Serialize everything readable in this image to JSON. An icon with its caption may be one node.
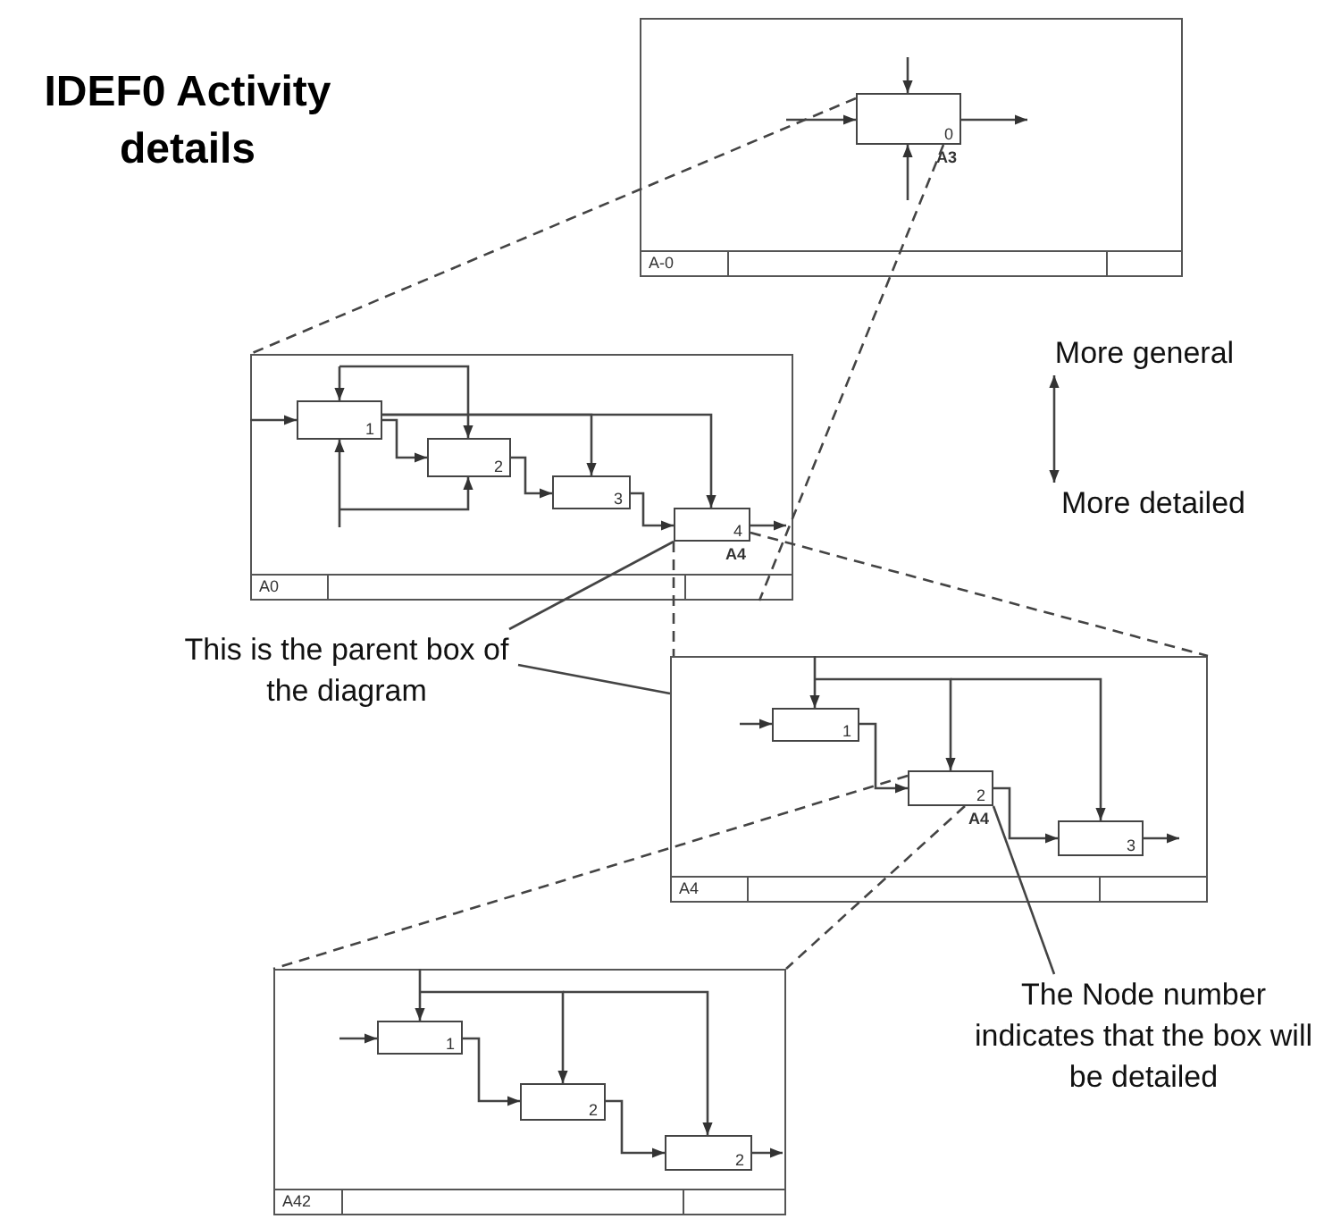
{
  "diagram": {
    "title": "IDEF0 Activity details",
    "nodes": [
      {
        "text": [
          "A-0"
        ]
      },
      {
        "text": [
          "0"
        ],
        "in": 0,
        "beside": [
          "A3"
        ]
      },
      {
        "text": [
          "A0"
        ]
      },
      {
        "text": [
          "1"
        ],
        "in": 2
      },
      {
        "text": [
          "2"
        ],
        "in": 2
      },
      {
        "text": [
          "3"
        ],
        "in": 2
      },
      {
        "text": [
          "4"
        ],
        "in": 2,
        "beside": [
          "A4"
        ]
      },
      {
        "text": [
          "A4"
        ]
      },
      {
        "text": [
          "1"
        ],
        "in": 7
      },
      {
        "text": [
          "2"
        ],
        "in": 7,
        "beside": [
          "A4"
        ]
      },
      {
        "text": [
          "3"
        ],
        "in": 7
      },
      {
        "text": [
          "A42"
        ]
      },
      {
        "text": [
          "1"
        ],
        "in": 11
      },
      {
        "text": [
          "2"
        ],
        "in": 11
      },
      {
        "text": [
          "2"
        ],
        "in": 11
      },
      {
        "text": [
          "This is the parent box of the diagram"
        ]
      },
      {
        "text": [
          "The Node number indicates that the box will be detailed"
        ]
      },
      {
        "text": [
          "More general"
        ]
      },
      {
        "text": [
          "More detailed"
        ]
      }
    ],
    "edges": [
      {
        "from": null,
        "to": 1,
        "arrow": "to"
      },
      {
        "from": null,
        "to": 1,
        "arrow": "to"
      },
      {
        "from": null,
        "to": 1,
        "arrow": "to"
      },
      {
        "from": 1,
        "to": null,
        "arrow": "to"
      },
      {
        "from": null,
        "to": 3,
        "arrow": "to"
      },
      {
        "from": null,
        "to": 3,
        "arrow": "to"
      },
      {
        "from": null,
        "to": 4,
        "arrow": "to"
      },
      {
        "from": 3,
        "to": 4,
        "arrow": "to"
      },
      {
        "from": 3,
        "to": 5,
        "arrow": "to"
      },
      {
        "from": 3,
        "to": 6,
        "arrow": "to"
      },
      {
        "from": 4,
        "to": 5,
        "arrow": "to"
      },
      {
        "from": 5,
        "to": 6,
        "arrow": "to"
      },
      {
        "from": 6,
        "to": null,
        "arrow": "to"
      },
      {
        "from": null,
        "to": 3,
        "arrow": "to"
      },
      {
        "from": null,
        "to": 4,
        "arrow": "to"
      },
      {
        "from": null,
        "to": 8,
        "arrow": "to"
      },
      {
        "from": null,
        "to": 9,
        "arrow": "to"
      },
      {
        "from": null,
        "to": 10,
        "arrow": "to"
      },
      {
        "from": null,
        "to": 8,
        "arrow": "to"
      },
      {
        "from": 8,
        "to": 9,
        "arrow": "to"
      },
      {
        "from": 9,
        "to": 10,
        "arrow": "to"
      },
      {
        "from": 10,
        "to": null,
        "arrow": "to"
      },
      {
        "from": null,
        "to": 12,
        "arrow": "to"
      },
      {
        "from": null,
        "to": 13,
        "arrow": "to"
      },
      {
        "from": null,
        "to": 14,
        "arrow": "to"
      },
      {
        "from": null,
        "to": 12,
        "arrow": "to"
      },
      {
        "from": 12,
        "to": 13,
        "arrow": "to"
      },
      {
        "from": 13,
        "to": 14,
        "arrow": "to"
      },
      {
        "from": 14,
        "to": null,
        "arrow": "to"
      },
      {
        "from": 1,
        "to": 2,
        "arrow": "none",
        "style": "dashed"
      },
      {
        "from": 1,
        "to": 2,
        "arrow": "none",
        "style": "dashed"
      },
      {
        "from": 6,
        "to": 7,
        "arrow": "none",
        "style": "dashed"
      },
      {
        "from": 6,
        "to": 7,
        "arrow": "none",
        "style": "dashed"
      },
      {
        "from": 9,
        "to": 11,
        "arrow": "none",
        "style": "dashed"
      },
      {
        "from": 9,
        "to": 11,
        "arrow": "none",
        "style": "dashed"
      },
      {
        "from": 15,
        "to": 6,
        "arrow": "none"
      },
      {
        "from": 15,
        "to": 7,
        "arrow": "none"
      },
      {
        "from": 16,
        "to": 9,
        "arrow": "none"
      },
      {
        "from": 17,
        "to": 18,
        "arrow": "both"
      }
    ]
  }
}
